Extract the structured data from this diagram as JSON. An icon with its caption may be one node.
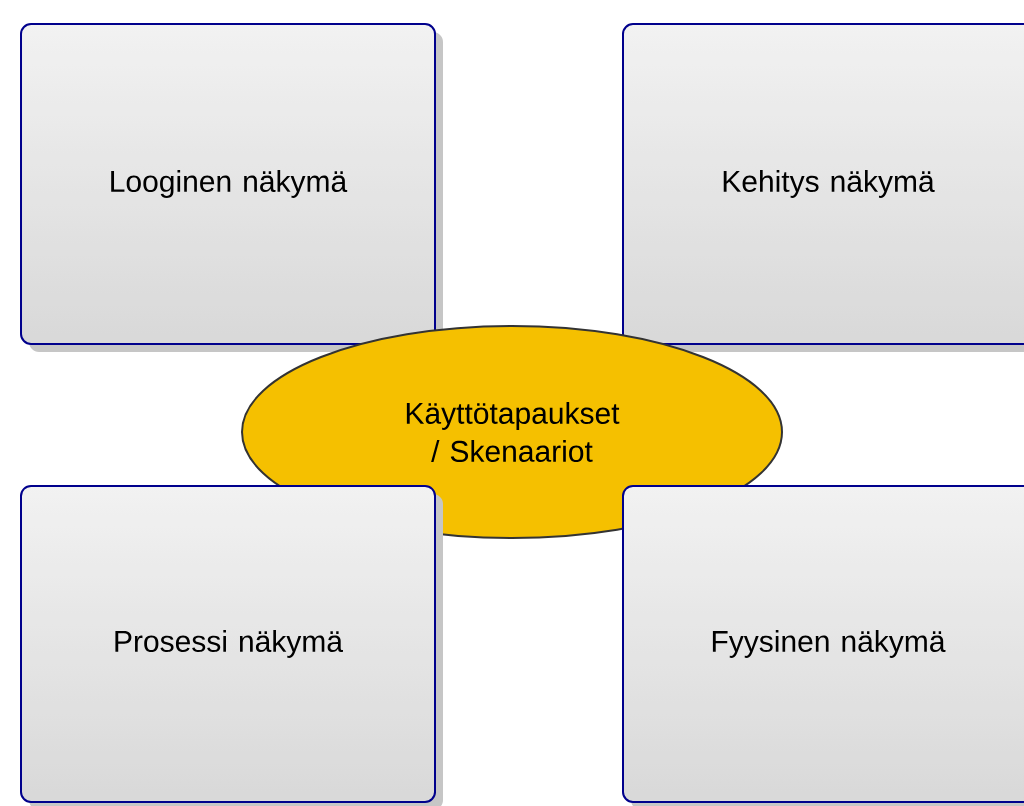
{
  "diagram": {
    "nodes": [
      {
        "text": [
          "Looginen näkymä"
        ]
      },
      {
        "text": [
          "Kehitys näkymä"
        ]
      },
      {
        "text": [
          "Käyttötapaukset / Skenaariot"
        ]
      },
      {
        "text": [
          "Prosessi näkymä"
        ]
      },
      {
        "text": [
          "Fyysinen näkymä"
        ]
      }
    ]
  }
}
